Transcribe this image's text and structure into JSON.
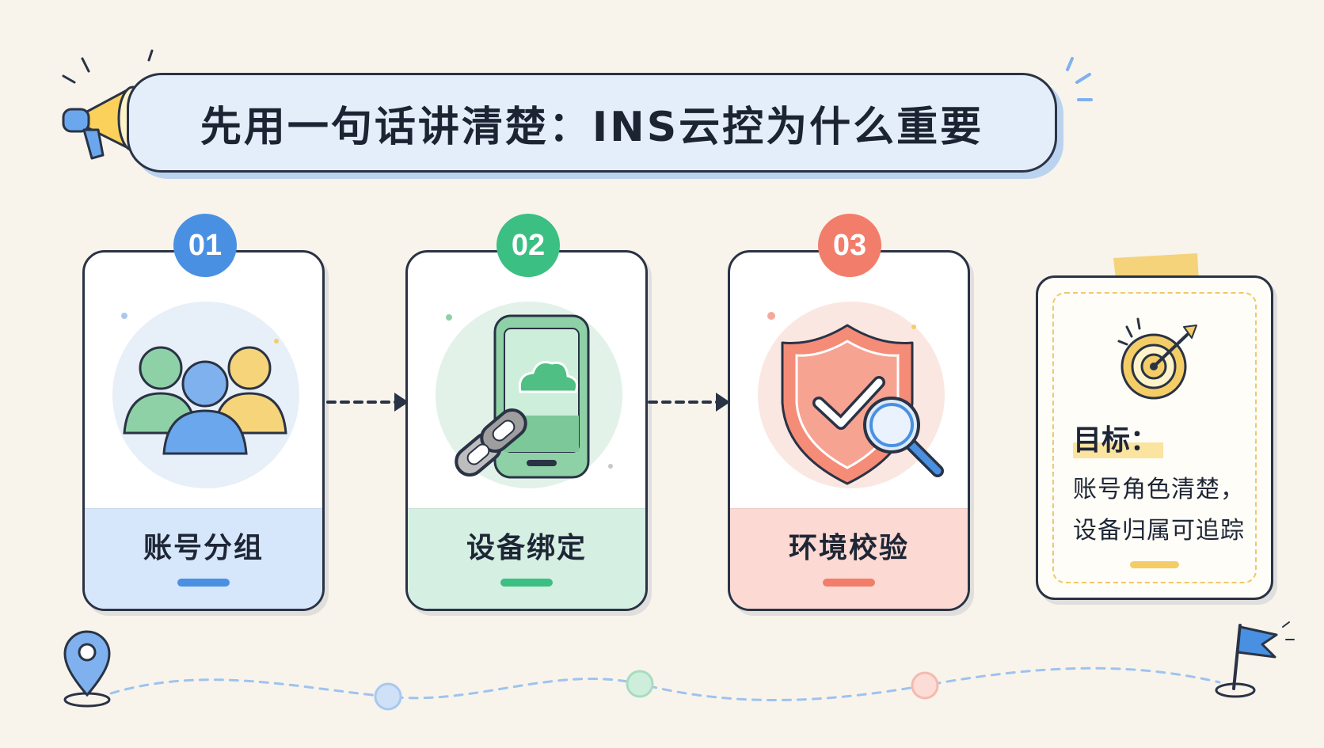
{
  "title": "先用一句话讲清楚：INS云控为什么重要",
  "steps": [
    {
      "number": "01",
      "label": "账号分组",
      "icon": "users-group-icon",
      "color": "#4a90e2",
      "bg": "#d6e6fb"
    },
    {
      "number": "02",
      "label": "设备绑定",
      "icon": "phone-chain-icon",
      "color": "#3cbf83",
      "bg": "#d5efe2"
    },
    {
      "number": "03",
      "label": "环境校验",
      "icon": "shield-check-icon",
      "color": "#f27d6a",
      "bg": "#fcd9d2"
    }
  ],
  "goal": {
    "heading": "目标：",
    "line1": "账号角色清楚，",
    "line2": "设备归属可追踪",
    "icon": "target-icon",
    "color": "#f4cd66"
  },
  "path": {
    "start_icon": "location-pin-icon",
    "end_icon": "flag-icon",
    "dot_colors": [
      "#a9c8f0",
      "#a8dcc0",
      "#f6b9ae"
    ]
  }
}
